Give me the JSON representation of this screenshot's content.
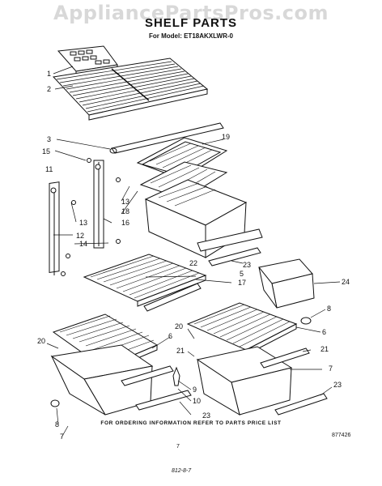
{
  "watermark": "AppliancePartsPros.com",
  "title": "SHELF PARTS",
  "model_line": "For Model: ET18AKXLWR-0",
  "callouts": [
    "1",
    "2",
    "3",
    "15",
    "11",
    "19",
    "13",
    "18",
    "16",
    "13",
    "12",
    "14",
    "22",
    "23",
    "5",
    "17",
    "24",
    "8",
    "20",
    "6",
    "21",
    "6",
    "20",
    "21",
    "7",
    "9",
    "10",
    "23",
    "8",
    "7",
    "23"
  ],
  "footer_note": "FOR ORDERING INFORMATION REFER TO PARTS PRICE LIST",
  "diagram_code": "877426",
  "page_number": "7",
  "print_code": "812-8-7"
}
